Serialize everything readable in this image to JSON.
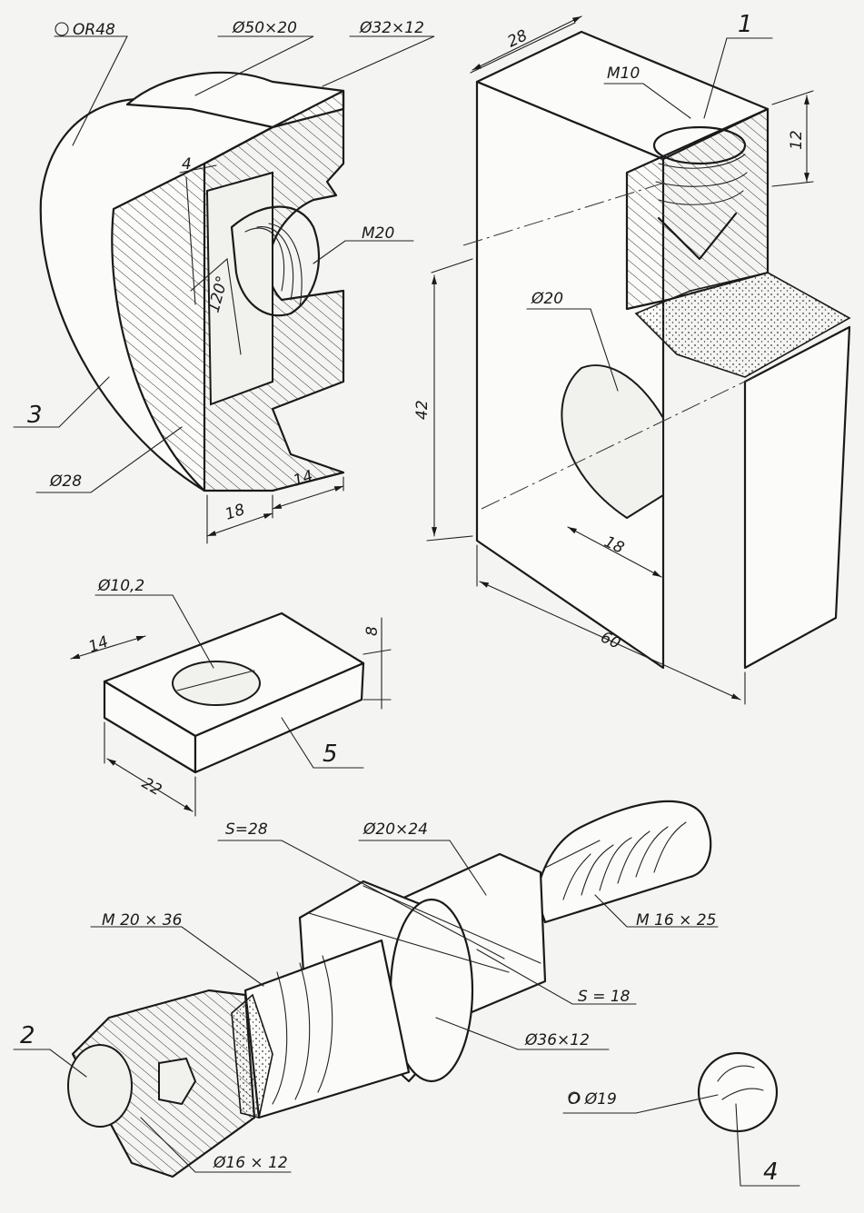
{
  "part1": {
    "number": "1",
    "dims": {
      "width": "28",
      "height": "12",
      "thread": "M10",
      "hole": "Ø20",
      "depth": "42",
      "offset": "18",
      "length": "60"
    }
  },
  "part2": {
    "number": "2",
    "dims": {
      "hex_top": "S=28",
      "shank": "Ø20×24",
      "thread_big": "M 20 × 36",
      "thread_small": "M 16 × 25",
      "hex_small": "S = 18",
      "collar": "Ø36×12",
      "bore": "Ø16 × 12"
    }
  },
  "part3": {
    "number": "3",
    "dims": {
      "radius": "OR48",
      "outer": "Ø50×20",
      "boss": "Ø32×12",
      "thread": "M20",
      "angle": "120°",
      "width4": "4",
      "base": "Ø28",
      "w18": "18",
      "w14": "14"
    }
  },
  "part4": {
    "number": "4",
    "dims": {
      "sphere": "O Ø19"
    }
  },
  "part5": {
    "number": "5",
    "dims": {
      "hole": "Ø10,2",
      "w14": "14",
      "h8": "8",
      "w22": "22"
    }
  }
}
